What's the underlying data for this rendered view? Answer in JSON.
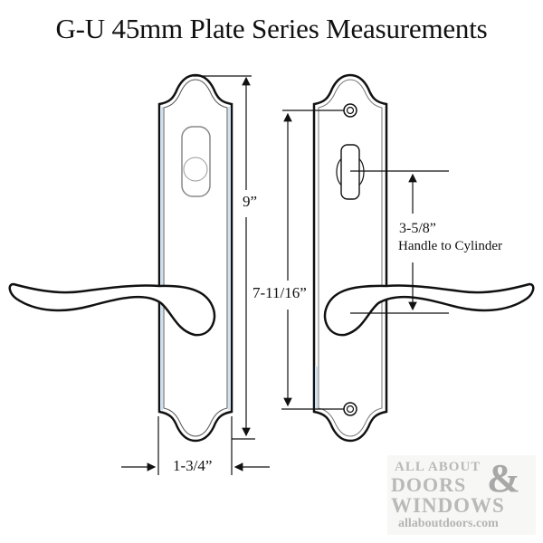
{
  "title": "G-U 45mm Plate Series Measurements",
  "dimensions": {
    "overall_height": "9”",
    "screw_to_screw": "7-11/16”",
    "handle_to_cylinder_value": "3-5/8”",
    "handle_to_cylinder_label": "Handle to Cylinder",
    "plate_width": "1-3/4”"
  },
  "views": [
    {
      "name": "front-view",
      "features": [
        "plate",
        "thumbturn-escutcheon",
        "lever-handle-left"
      ]
    },
    {
      "name": "back-view",
      "features": [
        "plate",
        "top-screw-hole",
        "cylinder-cutout",
        "bottom-screw-hole",
        "lever-handle-right"
      ]
    }
  ],
  "logo": {
    "line1": "ALL ABOUT",
    "line2": "DOORS",
    "ampersand": "&",
    "line3": "WINDOWS",
    "url": "allaboutdoors.com"
  },
  "colors": {
    "outline": "#111111",
    "plate_edge_highlight": "#cfe0ee",
    "logo_gray": "#b9b9b9"
  }
}
